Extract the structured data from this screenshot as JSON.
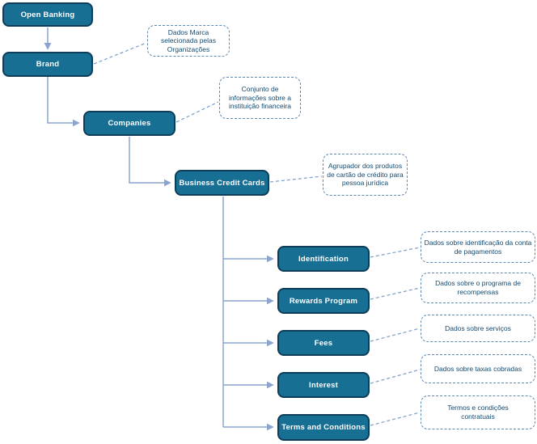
{
  "diagram": {
    "type": "hierarchy-flowchart",
    "topic": "Open Banking - Business Credit Cards data structure",
    "nodes": {
      "open_banking": {
        "label": "Open Banking"
      },
      "brand": {
        "label": "Brand"
      },
      "companies": {
        "label": "Companies"
      },
      "business_credit_cards": {
        "label": "Business Credit Cards"
      },
      "identification": {
        "label": "Identification"
      },
      "rewards_program": {
        "label": "Rewards Program"
      },
      "fees": {
        "label": "Fees"
      },
      "interest": {
        "label": "Interest"
      },
      "terms_and_conditions": {
        "label": "Terms and Conditions"
      }
    },
    "annotations": {
      "brand_note": {
        "text": "Dados Marca selecionada pelas Organizações"
      },
      "companies_note": {
        "text": "Conjunto de informações sobre a instituição financeira"
      },
      "business_credit_cards_note": {
        "text": "Agrupador dos produtos de cartão de crédito para pessoa jurídica"
      },
      "identification_note": {
        "text": "Dados sobre identificação da conta de pagamentos"
      },
      "rewards_program_note": {
        "text": "Dados sobre o programa de recompensas"
      },
      "fees_note": {
        "text": "Dados sobre serviços"
      },
      "interest_note": {
        "text": "Dados sobre taxas cobradas"
      },
      "terms_and_conditions_note": {
        "text": "Termos e condições contratuais"
      }
    },
    "edges": [
      {
        "from": "Open Banking",
        "to": "Brand"
      },
      {
        "from": "Brand",
        "to": "Companies"
      },
      {
        "from": "Companies",
        "to": "Business Credit Cards"
      },
      {
        "from": "Business Credit Cards",
        "to": "Identification"
      },
      {
        "from": "Business Credit Cards",
        "to": "Rewards Program"
      },
      {
        "from": "Business Credit Cards",
        "to": "Fees"
      },
      {
        "from": "Business Credit Cards",
        "to": "Interest"
      },
      {
        "from": "Business Credit Cards",
        "to": "Terms and Conditions"
      }
    ],
    "colors": {
      "node_fill": "#186F94",
      "node_border": "#0E3D59",
      "node_text": "#FFFFFF",
      "connector": "#8BA3CE",
      "dashed_connector": "#7FA0C8",
      "note_border": "#5C8AB4",
      "note_text": "#134A70",
      "background": "#FFFFFF"
    }
  }
}
